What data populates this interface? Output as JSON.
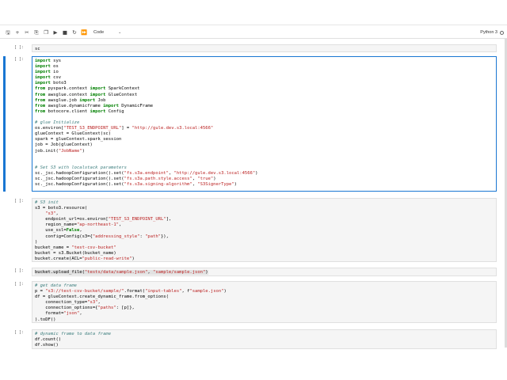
{
  "toolbar": {
    "icons": [
      "save-icon",
      "add-icon",
      "cut-icon",
      "copy-icon",
      "paste-icon",
      "run-icon",
      "stop-icon",
      "restart-icon",
      "fast-forward-icon"
    ],
    "cell_type": "Code",
    "kernel": "Python 3"
  },
  "cells": [
    {
      "prompt": "[ ]:",
      "lines": [
        [
          "sc"
        ]
      ]
    },
    {
      "prompt": "[ ]:",
      "lines": [
        [
          "import sys"
        ],
        [
          "import os"
        ],
        [
          "import io"
        ],
        [
          "import csv"
        ],
        [
          "import boto3"
        ],
        [
          "from pyspark.context import SparkContext"
        ],
        [
          "from awsglue.context import GlueContext"
        ],
        [
          "from awsglue.job import Job"
        ],
        [
          "from awsglue.dynamicframe import DynamicFrame"
        ],
        [
          "from botocore.client import Config"
        ],
        [
          ""
        ],
        [
          "# glue Initialize"
        ],
        [
          "os.environ[\"TEST_S3_ENDPOINT_URL\"] = \"http://gule.dev.s3.local:4566\""
        ],
        [
          "glueContext = GlueContext(sc)"
        ],
        [
          "spark = glueContext.spark_session"
        ],
        [
          "job = Job(glueContext)"
        ],
        [
          "job.init(\"JobName\")"
        ],
        [
          ""
        ],
        [
          ""
        ],
        [
          "# Set S3 with localstack parameters"
        ],
        [
          "sc._jsc.hadoopConfiguration().set(\"fs.s3a.endpoint\", \"http://gule.dev.s3.local:4566\")"
        ],
        [
          "sc._jsc.hadoopConfiguration().set(\"fs.s3a.path.style.access\", \"true\")"
        ],
        [
          "sc._jsc.hadoopConfiguration().set(\"fs.s3a.signing-algorithm\", \"S3SignerType\")"
        ]
      ]
    },
    {
      "prompt": "[ ]:",
      "lines": [
        [
          "# S3 init"
        ],
        [
          "s3 = boto3.resource("
        ],
        [
          "    \"s3\","
        ],
        [
          "    endpoint_url=os.environ[\"TEST_S3_ENDPOINT_URL\"],"
        ],
        [
          "    region_name=\"ap-northeast-1\","
        ],
        [
          "    use_ssl=False,"
        ],
        [
          "    config=Config(s3={\"addressing_style\": \"path\"}),"
        ],
        [
          ")"
        ],
        [
          "bucket_name = \"test-csv-bucket\""
        ],
        [
          "bucket = s3.Bucket(bucket_name)"
        ],
        [
          "bucket.create(ACL=\"public-read-write\")"
        ]
      ]
    },
    {
      "prompt": "[ ]:",
      "lines": [
        [
          "bucket.upload_file(\"tests/data/sample.json\", \"sample/sample.json\")"
        ]
      ]
    },
    {
      "prompt": "[ ]:",
      "lines": [
        [
          "# get data frame"
        ],
        [
          "p = \"s3://test-csv-bucket/sample/\".format(\"input-tables\", f\"sample.json\")"
        ],
        [
          "df = glueContext.create_dynamic_frame.from_options("
        ],
        [
          "    connection_type=\"s3\","
        ],
        [
          "    connection_options={\"paths\": [p]},"
        ],
        [
          "    format=\"json\","
        ],
        [
          ").toDF()"
        ]
      ]
    },
    {
      "prompt": "[ ]:",
      "lines": [
        [
          "# dynamic frame to data frame"
        ],
        [
          "df.count()"
        ],
        [
          "df.show()"
        ]
      ]
    }
  ]
}
